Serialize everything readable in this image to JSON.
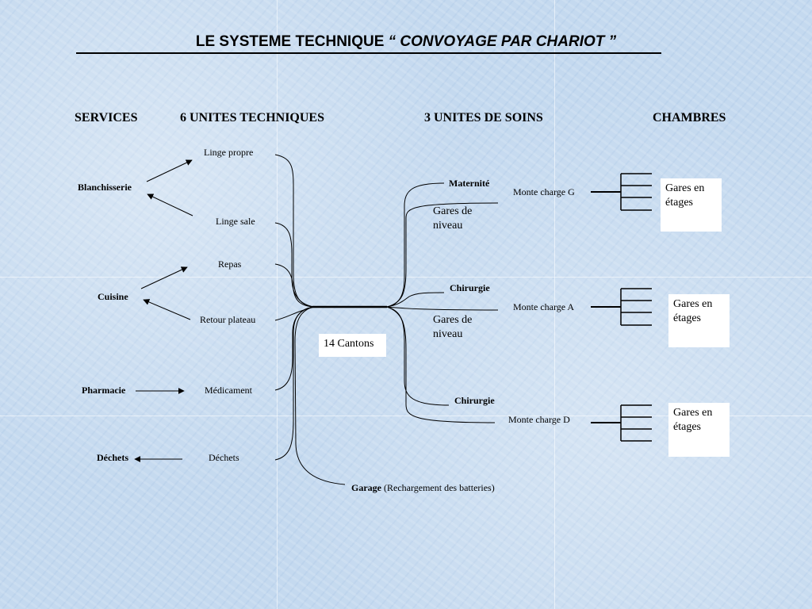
{
  "title": {
    "main": "LE SYSTEME TECHNIQUE",
    "italic": "“ CONVOYAGE PAR CHARIOT ”"
  },
  "headers": {
    "services": "SERVICES",
    "technical_units": "6 UNITES TECHNIQUES",
    "care_units": "3 UNITES DE SOINS",
    "rooms": "CHAMBRES"
  },
  "services": [
    "Blanchisserie",
    "Cuisine",
    "Pharmacie",
    "Déchets"
  ],
  "technical_units": [
    "Linge propre",
    "Linge sale",
    "Repas",
    "Retour plateau",
    "Médicament",
    "Déchets"
  ],
  "hub_label": "14 Cantons",
  "care_units": [
    "Maternité",
    "Chirurgie",
    "Chirurgie"
  ],
  "floor_stations": [
    "Gares de niveau",
    "Gares de niveau"
  ],
  "lifts": [
    "Monte charge G",
    "Monte charge A",
    "Monte charge D"
  ],
  "room_stations": [
    "Gares en étages",
    "Gares en étages",
    "Gares en étages"
  ],
  "garage": {
    "label": "Garage",
    "detail": "(Rechargement des batteries)"
  }
}
